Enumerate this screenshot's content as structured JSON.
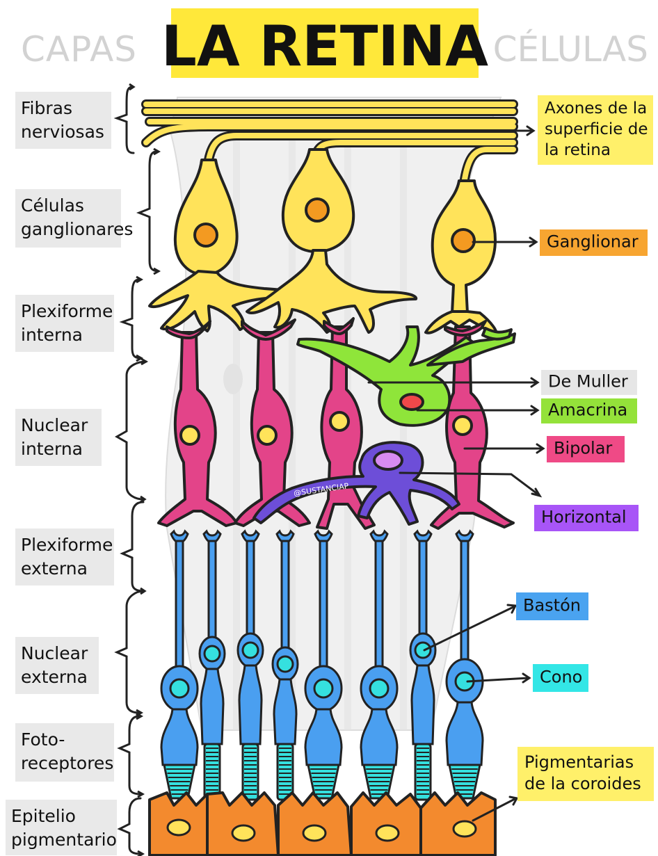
{
  "header": {
    "left": "CAPAS",
    "title": "LA RETINA",
    "right": "CÉLULAS"
  },
  "layers": [
    {
      "lines": [
        "Fibras",
        "nerviosas"
      ]
    },
    {
      "lines": [
        "Células",
        "ganglionares"
      ]
    },
    {
      "lines": [
        "Plexiforme",
        "interna"
      ]
    },
    {
      "lines": [
        "Nuclear",
        "interna"
      ]
    },
    {
      "lines": [
        "Plexiforme",
        "externa"
      ]
    },
    {
      "lines": [
        "Nuclear",
        "externa"
      ]
    },
    {
      "lines": [
        "Foto-",
        "receptores"
      ]
    },
    {
      "lines": [
        "Epitelio",
        "pigmentario"
      ]
    }
  ],
  "cells": [
    {
      "lines": [
        "Axones de la",
        "superficie de",
        "la retina"
      ],
      "color": "#fff06a"
    },
    {
      "lines": [
        "Ganglionar"
      ],
      "color": "#f7a531"
    },
    {
      "lines": [
        "De Muller"
      ],
      "color": "#e6e6e6"
    },
    {
      "lines": [
        "Amacrina"
      ],
      "color": "#94e23a"
    },
    {
      "lines": [
        "Bipolar"
      ],
      "color": "#ef4a86"
    },
    {
      "lines": [
        "Horizontal"
      ],
      "color": "#a855f7"
    },
    {
      "lines": [
        "Bastón"
      ],
      "color": "#4aa3f0"
    },
    {
      "lines": [
        "Cono"
      ],
      "color": "#33e6e6"
    },
    {
      "lines": [
        "Pigmentarias",
        "de la coroides"
      ],
      "color": "#fff06a"
    }
  ],
  "watermark": "@SUSTANCIAP",
  "colors": {
    "title_bg": "#ffe83a",
    "layer_bg": "#e9e9e9",
    "ganglion": "#ffe35a",
    "ganglion_nucleus": "#f39a21",
    "bipolar": "#e34489",
    "amacrine": "#8fe53a",
    "horizontal": "#6d4ed8",
    "rod": "#4a9ff0",
    "photoreceptor_nucleus": "#35e0df",
    "pigment": "#f38a2e",
    "outline": "#222222"
  }
}
